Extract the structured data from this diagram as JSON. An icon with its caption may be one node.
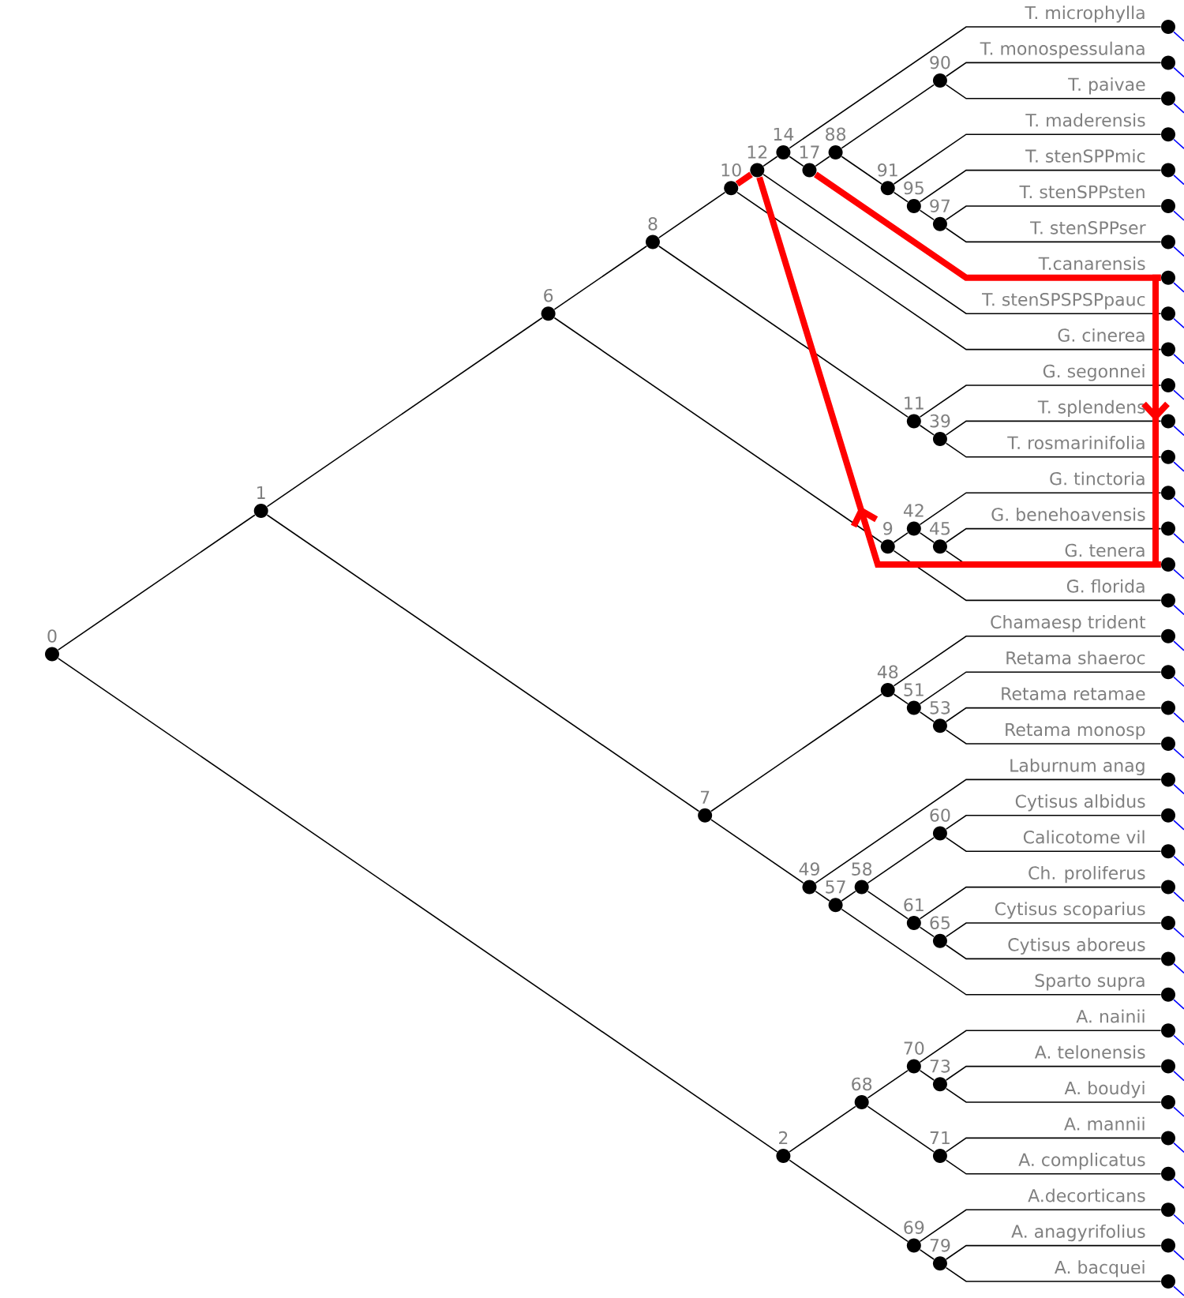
{
  "diagram": {
    "nodes": [
      {
        "text": [],
        "shape": "circle",
        "beside": [
          "0"
        ]
      },
      {
        "text": [],
        "shape": "circle",
        "beside": [
          "1"
        ]
      },
      {
        "text": [],
        "shape": "circle",
        "beside": [
          "6"
        ]
      },
      {
        "text": [],
        "shape": "circle",
        "beside": [
          "8"
        ]
      },
      {
        "text": [],
        "shape": "circle",
        "beside": [
          "7"
        ]
      },
      {
        "text": [],
        "shape": "circle",
        "beside": [
          "10"
        ]
      },
      {
        "text": [],
        "shape": "circle",
        "beside": [
          "12"
        ]
      },
      {
        "text": [],
        "shape": "circle",
        "beside": [
          "14"
        ]
      },
      {
        "text": [],
        "shape": "circle",
        "beside": [
          "2"
        ]
      },
      {
        "text": [],
        "shape": "circle",
        "beside": [
          "17"
        ]
      },
      {
        "text": [],
        "shape": "circle",
        "beside": [
          "49"
        ]
      },
      {
        "text": [],
        "shape": "circle",
        "beside": [
          "88"
        ]
      },
      {
        "text": [],
        "shape": "circle",
        "beside": [
          "57"
        ]
      },
      {
        "text": [],
        "shape": "circle",
        "beside": [
          "58"
        ]
      },
      {
        "text": [],
        "shape": "circle",
        "beside": [
          "68"
        ]
      },
      {
        "text": [],
        "shape": "circle",
        "beside": [
          "91"
        ]
      },
      {
        "text": [],
        "shape": "circle",
        "beside": [
          "9"
        ]
      },
      {
        "text": [],
        "shape": "circle",
        "beside": [
          "48"
        ]
      },
      {
        "text": [],
        "shape": "circle",
        "beside": [
          "95"
        ]
      },
      {
        "text": [],
        "shape": "circle",
        "beside": [
          "11"
        ]
      },
      {
        "text": [],
        "shape": "circle",
        "beside": [
          "42"
        ]
      },
      {
        "text": [],
        "shape": "circle",
        "beside": [
          "51"
        ]
      },
      {
        "text": [],
        "shape": "circle",
        "beside": [
          "61"
        ]
      },
      {
        "text": [],
        "shape": "circle",
        "beside": [
          "70"
        ]
      },
      {
        "text": [],
        "shape": "circle",
        "beside": [
          "69"
        ]
      },
      {
        "text": [],
        "shape": "circle",
        "beside": [
          "90"
        ]
      },
      {
        "text": [],
        "shape": "circle",
        "beside": [
          "97"
        ]
      },
      {
        "text": [],
        "shape": "circle",
        "beside": [
          "39"
        ]
      },
      {
        "text": [],
        "shape": "circle",
        "beside": [
          "45"
        ]
      },
      {
        "text": [],
        "shape": "circle",
        "beside": [
          "53"
        ]
      },
      {
        "text": [],
        "shape": "circle",
        "beside": [
          "60"
        ]
      },
      {
        "text": [],
        "shape": "circle",
        "beside": [
          "65"
        ]
      },
      {
        "text": [],
        "shape": "circle",
        "beside": [
          "73"
        ]
      },
      {
        "text": [],
        "shape": "circle",
        "beside": [
          "71"
        ]
      },
      {
        "text": [],
        "shape": "circle",
        "beside": [
          "79"
        ]
      },
      {
        "text": [],
        "shape": "circle",
        "beside": [
          "T. microphylla"
        ]
      },
      {
        "text": [],
        "shape": "circle",
        "beside": [
          "T. monospessulana"
        ]
      },
      {
        "text": [],
        "shape": "circle",
        "beside": [
          "T. paivae"
        ]
      },
      {
        "text": [],
        "shape": "circle",
        "beside": [
          "T. maderensis"
        ]
      },
      {
        "text": [],
        "shape": "circle",
        "beside": [
          "T. stenSPPmic"
        ]
      },
      {
        "text": [],
        "shape": "circle",
        "beside": [
          "T. stenSPPsten"
        ]
      },
      {
        "text": [],
        "shape": "circle",
        "beside": [
          "T. stenSPPser"
        ]
      },
      {
        "text": [],
        "shape": "circle",
        "beside": [
          "T.canarensis"
        ]
      },
      {
        "text": [],
        "shape": "circle",
        "beside": [
          "T. stenSPSPSPpauc"
        ]
      },
      {
        "text": [],
        "shape": "circle",
        "beside": [
          "G. cinerea"
        ]
      },
      {
        "text": [],
        "shape": "circle",
        "beside": [
          "G. segonnei"
        ]
      },
      {
        "text": [],
        "shape": "circle",
        "beside": [
          "T. splendens"
        ]
      },
      {
        "text": [],
        "shape": "circle",
        "beside": [
          "T. rosmarinifolia"
        ]
      },
      {
        "text": [],
        "shape": "circle",
        "beside": [
          "G. tinctoria"
        ]
      },
      {
        "text": [],
        "shape": "circle",
        "beside": [
          "G. benehoavensis"
        ]
      },
      {
        "text": [],
        "shape": "circle",
        "beside": [
          "G. tenera"
        ]
      },
      {
        "text": [],
        "shape": "circle",
        "beside": [
          "G. florida"
        ]
      },
      {
        "text": [],
        "shape": "circle",
        "beside": [
          "Chamaesp trident"
        ]
      },
      {
        "text": [],
        "shape": "circle",
        "beside": [
          "Retama shaeroc"
        ]
      },
      {
        "text": [],
        "shape": "circle",
        "beside": [
          "Retama retamae"
        ]
      },
      {
        "text": [],
        "shape": "circle",
        "beside": [
          "Retama monosp"
        ]
      },
      {
        "text": [],
        "shape": "circle",
        "beside": [
          "Laburnum anag"
        ]
      },
      {
        "text": [],
        "shape": "circle",
        "beside": [
          "Cytisus albidus"
        ]
      },
      {
        "text": [],
        "shape": "circle",
        "beside": [
          "Calicotome vil"
        ]
      },
      {
        "text": [],
        "shape": "circle",
        "beside": [
          "Ch. proliferus"
        ]
      },
      {
        "text": [],
        "shape": "circle",
        "beside": [
          "Cytisus scoparius"
        ]
      },
      {
        "text": [],
        "shape": "circle",
        "beside": [
          "Cytisus aboreus"
        ]
      },
      {
        "text": [],
        "shape": "circle",
        "beside": [
          "Sparto supra"
        ]
      },
      {
        "text": [],
        "shape": "circle",
        "beside": [
          "A. nainii"
        ]
      },
      {
        "text": [],
        "shape": "circle",
        "beside": [
          "A. telonensis"
        ]
      },
      {
        "text": [],
        "shape": "circle",
        "beside": [
          "A. boudyi"
        ]
      },
      {
        "text": [],
        "shape": "circle",
        "beside": [
          "A. mannii"
        ]
      },
      {
        "text": [],
        "shape": "circle",
        "beside": [
          "A. complicatus"
        ]
      },
      {
        "text": [],
        "shape": "circle",
        "beside": [
          "A.decorticans"
        ]
      },
      {
        "text": [],
        "shape": "circle",
        "beside": [
          "A. anagyrifolius"
        ]
      },
      {
        "text": [],
        "shape": "circle",
        "beside": [
          "A. bacquei"
        ]
      }
    ],
    "edges": [
      {
        "from": 0,
        "to": 1,
        "arrow": "none"
      },
      {
        "from": 0,
        "to": 8,
        "arrow": "none"
      },
      {
        "from": 1,
        "to": 2,
        "arrow": "none"
      },
      {
        "from": 1,
        "to": 4,
        "arrow": "none"
      },
      {
        "from": 2,
        "to": 3,
        "arrow": "none"
      },
      {
        "from": 2,
        "to": 16,
        "arrow": "none"
      },
      {
        "from": 3,
        "to": 5,
        "arrow": "none"
      },
      {
        "from": 3,
        "to": 19,
        "arrow": "none"
      },
      {
        "from": 5,
        "to": 6,
        "arrow": "none",
        "style": "thick",
        "color": "#ff0000"
      },
      {
        "from": 5,
        "to": 44,
        "arrow": "none"
      },
      {
        "from": 6,
        "to": 7,
        "arrow": "none"
      },
      {
        "from": 6,
        "to": 43,
        "arrow": "none"
      },
      {
        "from": 7,
        "to": 35,
        "arrow": "none"
      },
      {
        "from": 7,
        "to": 9,
        "arrow": "none"
      },
      {
        "from": 9,
        "to": 11,
        "arrow": "none"
      },
      {
        "from": 9,
        "to": 42,
        "arrow": "none",
        "style": "thick",
        "color": "#ff0000"
      },
      {
        "from": 11,
        "to": 25,
        "arrow": "none"
      },
      {
        "from": 11,
        "to": 15,
        "arrow": "none"
      },
      {
        "from": 25,
        "to": 36,
        "arrow": "none"
      },
      {
        "from": 25,
        "to": 37,
        "arrow": "none"
      },
      {
        "from": 15,
        "to": 38,
        "arrow": "none"
      },
      {
        "from": 15,
        "to": 18,
        "arrow": "none"
      },
      {
        "from": 18,
        "to": 39,
        "arrow": "none"
      },
      {
        "from": 18,
        "to": 26,
        "arrow": "none"
      },
      {
        "from": 26,
        "to": 40,
        "arrow": "none"
      },
      {
        "from": 26,
        "to": 41,
        "arrow": "none"
      },
      {
        "from": 19,
        "to": 45,
        "arrow": "none"
      },
      {
        "from": 19,
        "to": 27,
        "arrow": "none"
      },
      {
        "from": 27,
        "to": 46,
        "arrow": "none"
      },
      {
        "from": 27,
        "to": 47,
        "arrow": "none"
      },
      {
        "from": 16,
        "to": 20,
        "arrow": "none"
      },
      {
        "from": 16,
        "to": 51,
        "arrow": "none"
      },
      {
        "from": 20,
        "to": 48,
        "arrow": "none"
      },
      {
        "from": 20,
        "to": 28,
        "arrow": "none"
      },
      {
        "from": 28,
        "to": 49,
        "arrow": "none"
      },
      {
        "from": 28,
        "to": 50,
        "arrow": "none"
      },
      {
        "from": 4,
        "to": 17,
        "arrow": "none"
      },
      {
        "from": 4,
        "to": 10,
        "arrow": "none"
      },
      {
        "from": 17,
        "to": 52,
        "arrow": "none"
      },
      {
        "from": 17,
        "to": 21,
        "arrow": "none"
      },
      {
        "from": 21,
        "to": 53,
        "arrow": "none"
      },
      {
        "from": 21,
        "to": 29,
        "arrow": "none"
      },
      {
        "from": 29,
        "to": 54,
        "arrow": "none"
      },
      {
        "from": 29,
        "to": 55,
        "arrow": "none"
      },
      {
        "from": 10,
        "to": 56,
        "arrow": "none"
      },
      {
        "from": 10,
        "to": 12,
        "arrow": "none"
      },
      {
        "from": 12,
        "to": 13,
        "arrow": "none"
      },
      {
        "from": 12,
        "to": 62,
        "arrow": "none"
      },
      {
        "from": 13,
        "to": 30,
        "arrow": "none"
      },
      {
        "from": 13,
        "to": 22,
        "arrow": "none"
      },
      {
        "from": 30,
        "to": 57,
        "arrow": "none"
      },
      {
        "from": 30,
        "to": 58,
        "arrow": "none"
      },
      {
        "from": 22,
        "to": 59,
        "arrow": "none"
      },
      {
        "from": 22,
        "to": 31,
        "arrow": "none"
      },
      {
        "from": 31,
        "to": 60,
        "arrow": "none"
      },
      {
        "from": 31,
        "to": 61,
        "arrow": "none"
      },
      {
        "from": 8,
        "to": 14,
        "arrow": "none"
      },
      {
        "from": 8,
        "to": 24,
        "arrow": "none"
      },
      {
        "from": 14,
        "to": 23,
        "arrow": "none"
      },
      {
        "from": 14,
        "to": 33,
        "arrow": "none"
      },
      {
        "from": 23,
        "to": 63,
        "arrow": "none"
      },
      {
        "from": 23,
        "to": 32,
        "arrow": "none"
      },
      {
        "from": 32,
        "to": 64,
        "arrow": "none"
      },
      {
        "from": 32,
        "to": 65,
        "arrow": "none"
      },
      {
        "from": 33,
        "to": 66,
        "arrow": "none"
      },
      {
        "from": 33,
        "to": 67,
        "arrow": "none"
      },
      {
        "from": 24,
        "to": 68,
        "arrow": "none"
      },
      {
        "from": 24,
        "to": 34,
        "arrow": "none"
      },
      {
        "from": 34,
        "to": 69,
        "arrow": "none"
      },
      {
        "from": 34,
        "to": 70,
        "arrow": "none"
      },
      {
        "from": 42,
        "to": 50,
        "arrow": "to",
        "style": "thick",
        "color": "#ff0000"
      },
      {
        "from": 50,
        "to": 6,
        "arrow": "to",
        "style": "thick",
        "color": "#ff0000"
      },
      {
        "from": 35,
        "to": null,
        "arrow": "none",
        "color": "#0000ff"
      },
      {
        "from": 36,
        "to": null,
        "arrow": "none",
        "color": "#0000ff"
      },
      {
        "from": 37,
        "to": null,
        "arrow": "none",
        "color": "#0000ff"
      },
      {
        "from": 38,
        "to": null,
        "arrow": "none",
        "color": "#0000ff"
      },
      {
        "from": 39,
        "to": null,
        "arrow": "none",
        "color": "#0000ff"
      },
      {
        "from": 40,
        "to": null,
        "arrow": "none",
        "color": "#0000ff"
      },
      {
        "from": 41,
        "to": null,
        "arrow": "none",
        "color": "#0000ff"
      },
      {
        "from": 42,
        "to": null,
        "arrow": "none",
        "color": "#0000ff"
      },
      {
        "from": 43,
        "to": null,
        "arrow": "none",
        "color": "#0000ff"
      },
      {
        "from": 44,
        "to": null,
        "arrow": "none",
        "color": "#0000ff"
      },
      {
        "from": 45,
        "to": null,
        "arrow": "none",
        "color": "#0000ff"
      },
      {
        "from": 46,
        "to": null,
        "arrow": "none",
        "color": "#0000ff"
      },
      {
        "from": 47,
        "to": null,
        "arrow": "none",
        "color": "#0000ff"
      },
      {
        "from": 48,
        "to": null,
        "arrow": "none",
        "color": "#0000ff"
      },
      {
        "from": 49,
        "to": null,
        "arrow": "none",
        "color": "#0000ff"
      },
      {
        "from": 50,
        "to": null,
        "arrow": "none",
        "color": "#0000ff"
      },
      {
        "from": 51,
        "to": null,
        "arrow": "none",
        "color": "#0000ff"
      },
      {
        "from": 52,
        "to": null,
        "arrow": "none",
        "color": "#0000ff"
      },
      {
        "from": 53,
        "to": null,
        "arrow": "none",
        "color": "#0000ff"
      },
      {
        "from": 54,
        "to": null,
        "arrow": "none",
        "color": "#0000ff"
      },
      {
        "from": 55,
        "to": null,
        "arrow": "none",
        "color": "#0000ff"
      },
      {
        "from": 56,
        "to": null,
        "arrow": "none",
        "color": "#0000ff"
      },
      {
        "from": 57,
        "to": null,
        "arrow": "none",
        "color": "#0000ff"
      },
      {
        "from": 58,
        "to": null,
        "arrow": "none",
        "color": "#0000ff"
      },
      {
        "from": 59,
        "to": null,
        "arrow": "none",
        "color": "#0000ff"
      },
      {
        "from": 60,
        "to": null,
        "arrow": "none",
        "color": "#0000ff"
      },
      {
        "from": 61,
        "to": null,
        "arrow": "none",
        "color": "#0000ff"
      },
      {
        "from": 62,
        "to": null,
        "arrow": "none",
        "color": "#0000ff"
      },
      {
        "from": 63,
        "to": null,
        "arrow": "none",
        "color": "#0000ff"
      },
      {
        "from": 64,
        "to": null,
        "arrow": "none",
        "color": "#0000ff"
      },
      {
        "from": 65,
        "to": null,
        "arrow": "none",
        "color": "#0000ff"
      },
      {
        "from": 66,
        "to": null,
        "arrow": "none",
        "color": "#0000ff"
      },
      {
        "from": 67,
        "to": null,
        "arrow": "none",
        "color": "#0000ff"
      },
      {
        "from": 68,
        "to": null,
        "arrow": "none",
        "color": "#0000ff"
      },
      {
        "from": 69,
        "to": null,
        "arrow": "none",
        "color": "#0000ff"
      },
      {
        "from": 70,
        "to": null,
        "arrow": "none",
        "color": "#0000ff"
      }
    ]
  }
}
